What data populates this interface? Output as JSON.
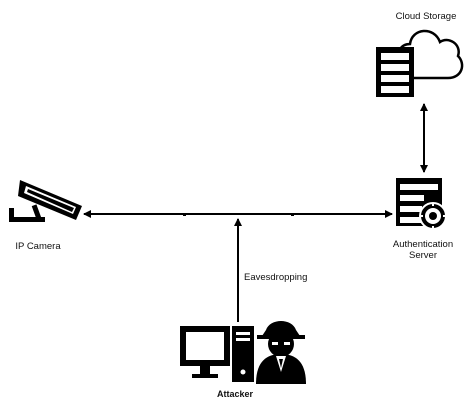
{
  "nodes": {
    "cloud_storage": {
      "label": "Cloud Storage",
      "icon": "cloud-server-icon"
    },
    "ip_camera": {
      "label": "IP Camera",
      "icon": "security-camera-icon"
    },
    "auth_server": {
      "label_line1": "Authentication",
      "label_line2": "Server",
      "icon": "server-gear-icon"
    },
    "attacker": {
      "label": "Attacker",
      "icon": "hacker-computer-icon"
    }
  },
  "edges": {
    "eavesdropping": {
      "label": "Eavesdropping"
    }
  },
  "colors": {
    "ink": "#000000",
    "background": "#ffffff"
  }
}
